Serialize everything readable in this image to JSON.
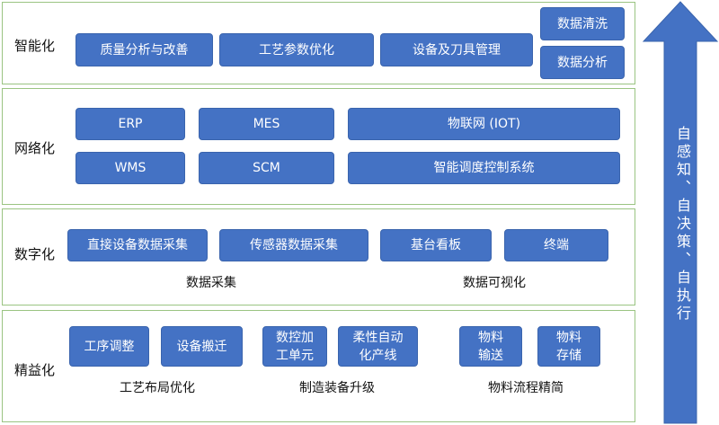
{
  "arrow": {
    "text": "自感知、自决策、自执行",
    "color": "#4472c4"
  },
  "layers": {
    "intelligent": {
      "label": "智能化",
      "boxes": [
        "质量分析与改善",
        "工艺参数优化",
        "设备及刀具管理",
        "数据清洗",
        "数据分析"
      ]
    },
    "network": {
      "label": "网络化",
      "boxes": [
        "ERP",
        "MES",
        "物联网 (IOT)",
        "WMS",
        "SCM",
        "智能调度控制系统"
      ]
    },
    "digital": {
      "label": "数字化",
      "boxes": [
        "直接设备数据采集",
        "传感器数据采集",
        "基台看板",
        "终端"
      ],
      "captions": [
        "数据采集",
        "数据可视化"
      ]
    },
    "lean": {
      "label": "精益化",
      "boxes": [
        "工序调整",
        "设备搬迁",
        "数控加\n工单元",
        "柔性自动\n化产线",
        "物料\n输送",
        "物料\n存储"
      ],
      "captions": [
        "工艺布局优化",
        "制造装备升级",
        "物料流程精简"
      ]
    }
  },
  "colors": {
    "box": "#4472c4",
    "border": "#9ac482"
  }
}
